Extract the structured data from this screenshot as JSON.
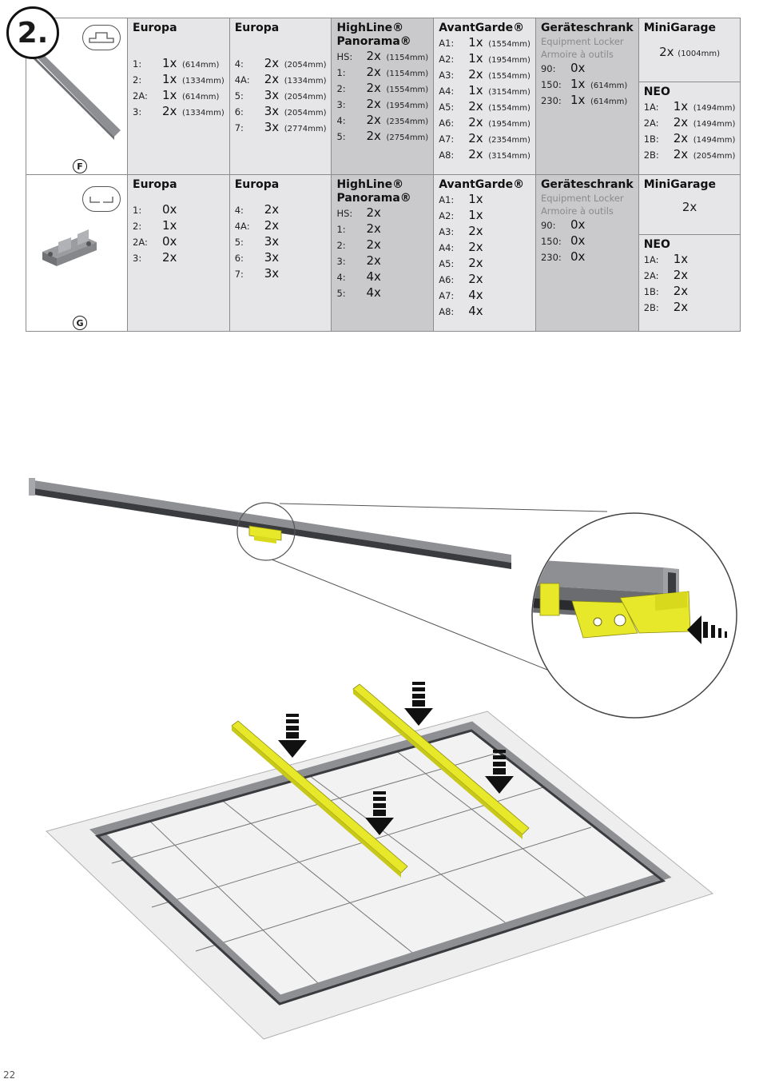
{
  "step": {
    "number": "2."
  },
  "page_number": "22",
  "rows": [
    {
      "part_letter": "F",
      "cells": [
        {
          "title": "Europa",
          "items": [
            {
              "label": "1:",
              "qty": "1x",
              "len": "(614mm)"
            },
            {
              "label": "2:",
              "qty": "1x",
              "len": "(1334mm)"
            },
            {
              "label": "2A:",
              "qty": "1x",
              "len": "(614mm)"
            },
            {
              "label": "3:",
              "qty": "2x",
              "len": "(1334mm)"
            }
          ]
        },
        {
          "title": "Europa",
          "items": [
            {
              "label": "4:",
              "qty": "2x",
              "len": "(2054mm)"
            },
            {
              "label": "4A:",
              "qty": "2x",
              "len": "(1334mm)"
            },
            {
              "label": "5:",
              "qty": "3x",
              "len": "(2054mm)"
            },
            {
              "label": "6:",
              "qty": "3x",
              "len": "(2054mm)"
            },
            {
              "label": "7:",
              "qty": "3x",
              "len": "(2774mm)"
            }
          ]
        },
        {
          "title_line1": "HighLine®",
          "title_line2": "Panorama®",
          "items": [
            {
              "label": "HS:",
              "qty": "2x",
              "len": "(1154mm)"
            },
            {
              "label": "1:",
              "qty": "2x",
              "len": "(1154mm)"
            },
            {
              "label": "2:",
              "qty": "2x",
              "len": "(1554mm)"
            },
            {
              "label": "3:",
              "qty": "2x",
              "len": "(1954mm)"
            },
            {
              "label": "4:",
              "qty": "2x",
              "len": "(2354mm)"
            },
            {
              "label": "5:",
              "qty": "2x",
              "len": "(2754mm)"
            }
          ]
        },
        {
          "title": "AvantGarde®",
          "items": [
            {
              "label": "A1:",
              "qty": "1x",
              "len": "(1554mm)"
            },
            {
              "label": "A2:",
              "qty": "1x",
              "len": "(1954mm)"
            },
            {
              "label": "A3:",
              "qty": "2x",
              "len": "(1554mm)"
            },
            {
              "label": "A4:",
              "qty": "1x",
              "len": "(3154mm)"
            },
            {
              "label": "A5:",
              "qty": "2x",
              "len": "(1554mm)"
            },
            {
              "label": "A6:",
              "qty": "2x",
              "len": "(1954mm)"
            },
            {
              "label": "A7:",
              "qty": "2x",
              "len": "(2354mm)"
            },
            {
              "label": "A8:",
              "qty": "2x",
              "len": "(3154mm)"
            }
          ]
        },
        {
          "title": "Geräteschrank",
          "subtitle1": "Equipment Locker",
          "subtitle2": "Armoire à outils",
          "items": [
            {
              "label": "90:",
              "qty": "0x",
              "len": ""
            },
            {
              "label": "150:",
              "qty": "1x",
              "len": "(614mm)"
            },
            {
              "label": "230:",
              "qty": "1x",
              "len": "(614mm)"
            }
          ]
        },
        {
          "title": "MiniGarage",
          "center_qty": "2x",
          "center_len": "(1004mm)",
          "neo_title": "NEO",
          "neo_items": [
            {
              "label": "1A:",
              "qty": "1x",
              "len": "(1494mm)"
            },
            {
              "label": "2A:",
              "qty": "2x",
              "len": "(1494mm)"
            },
            {
              "label": "1B:",
              "qty": "2x",
              "len": "(1494mm)"
            },
            {
              "label": "2B:",
              "qty": "2x",
              "len": "(2054mm)"
            }
          ]
        }
      ]
    },
    {
      "part_letter": "G",
      "cells": [
        {
          "title": "Europa",
          "items": [
            {
              "label": "1:",
              "qty": "0x"
            },
            {
              "label": "2:",
              "qty": "1x"
            },
            {
              "label": "2A:",
              "qty": "0x"
            },
            {
              "label": "3:",
              "qty": "2x"
            }
          ]
        },
        {
          "title": "Europa",
          "items": [
            {
              "label": "4:",
              "qty": "2x"
            },
            {
              "label": "4A:",
              "qty": "2x"
            },
            {
              "label": "5:",
              "qty": "3x"
            },
            {
              "label": "6:",
              "qty": "3x"
            },
            {
              "label": "7:",
              "qty": "3x"
            }
          ]
        },
        {
          "title_line1": "HighLine®",
          "title_line2": "Panorama®",
          "items": [
            {
              "label": "HS:",
              "qty": "2x"
            },
            {
              "label": "1:",
              "qty": "2x"
            },
            {
              "label": "2:",
              "qty": "2x"
            },
            {
              "label": "3:",
              "qty": "2x"
            },
            {
              "label": "4:",
              "qty": "4x"
            },
            {
              "label": "5:",
              "qty": "4x"
            }
          ]
        },
        {
          "title": "AvantGarde®",
          "items": [
            {
              "label": "A1:",
              "qty": "1x"
            },
            {
              "label": "A2:",
              "qty": "1x"
            },
            {
              "label": "A3:",
              "qty": "2x"
            },
            {
              "label": "A4:",
              "qty": "2x"
            },
            {
              "label": "A5:",
              "qty": "2x"
            },
            {
              "label": "A6:",
              "qty": "2x"
            },
            {
              "label": "A7:",
              "qty": "4x"
            },
            {
              "label": "A8:",
              "qty": "4x"
            }
          ]
        },
        {
          "title": "Geräteschrank",
          "subtitle1": "Equipment Locker",
          "subtitle2": "Armoire à outils",
          "items": [
            {
              "label": "90:",
              "qty": "0x"
            },
            {
              "label": "150:",
              "qty": "0x"
            },
            {
              "label": "230:",
              "qty": "0x"
            }
          ]
        },
        {
          "title": "MiniGarage",
          "center_qty": "2x",
          "neo_title": "NEO",
          "neo_items": [
            {
              "label": "1A:",
              "qty": "1x"
            },
            {
              "label": "2A:",
              "qty": "2x"
            },
            {
              "label": "1B:",
              "qty": "2x"
            },
            {
              "label": "2B:",
              "qty": "2x"
            }
          ]
        }
      ]
    }
  ],
  "colors": {
    "highlight": "#e8e82a",
    "profile_gray": "#8d8f93",
    "table_bg": "#e6e6e8",
    "table_bg_dark": "#cacacc",
    "grid_line": "#8c8c8c"
  },
  "icons": [
    "profile-rail-icon",
    "bracket-profile-icon",
    "push-arrow-icon",
    "down-arrow-icon"
  ]
}
